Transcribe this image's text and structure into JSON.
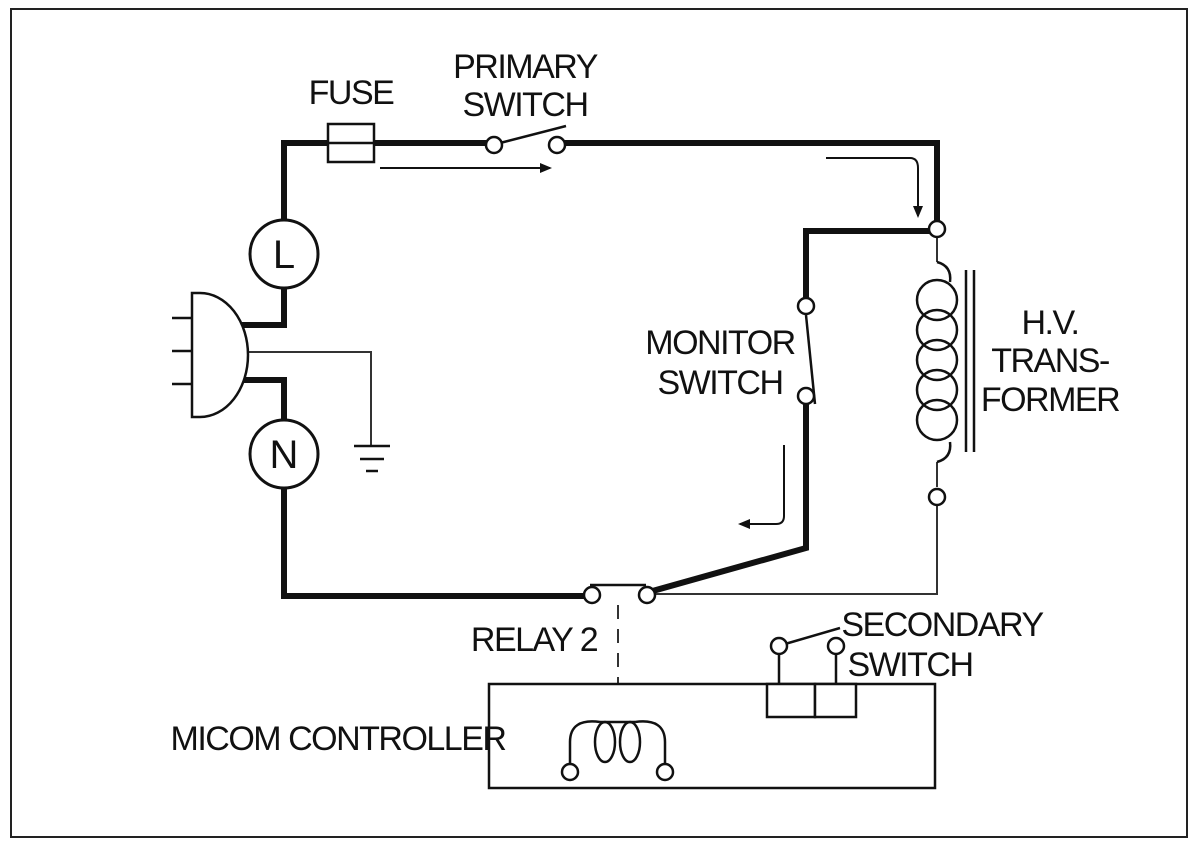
{
  "labels": {
    "fuse": "FUSE",
    "primary_switch": [
      "PRIMARY",
      "SWITCH"
    ],
    "monitor_switch": [
      "MONITOR",
      "SWITCH"
    ],
    "hv_transformer": [
      "H.V.",
      "TRANS-",
      "FORMER"
    ],
    "relay": "RELAY 2",
    "secondary_switch": [
      "SECONDARY",
      "SWITCH"
    ],
    "micom_controller": "MICOM CONTROLLER"
  },
  "terminals": {
    "line": "L",
    "neutral": "N"
  }
}
